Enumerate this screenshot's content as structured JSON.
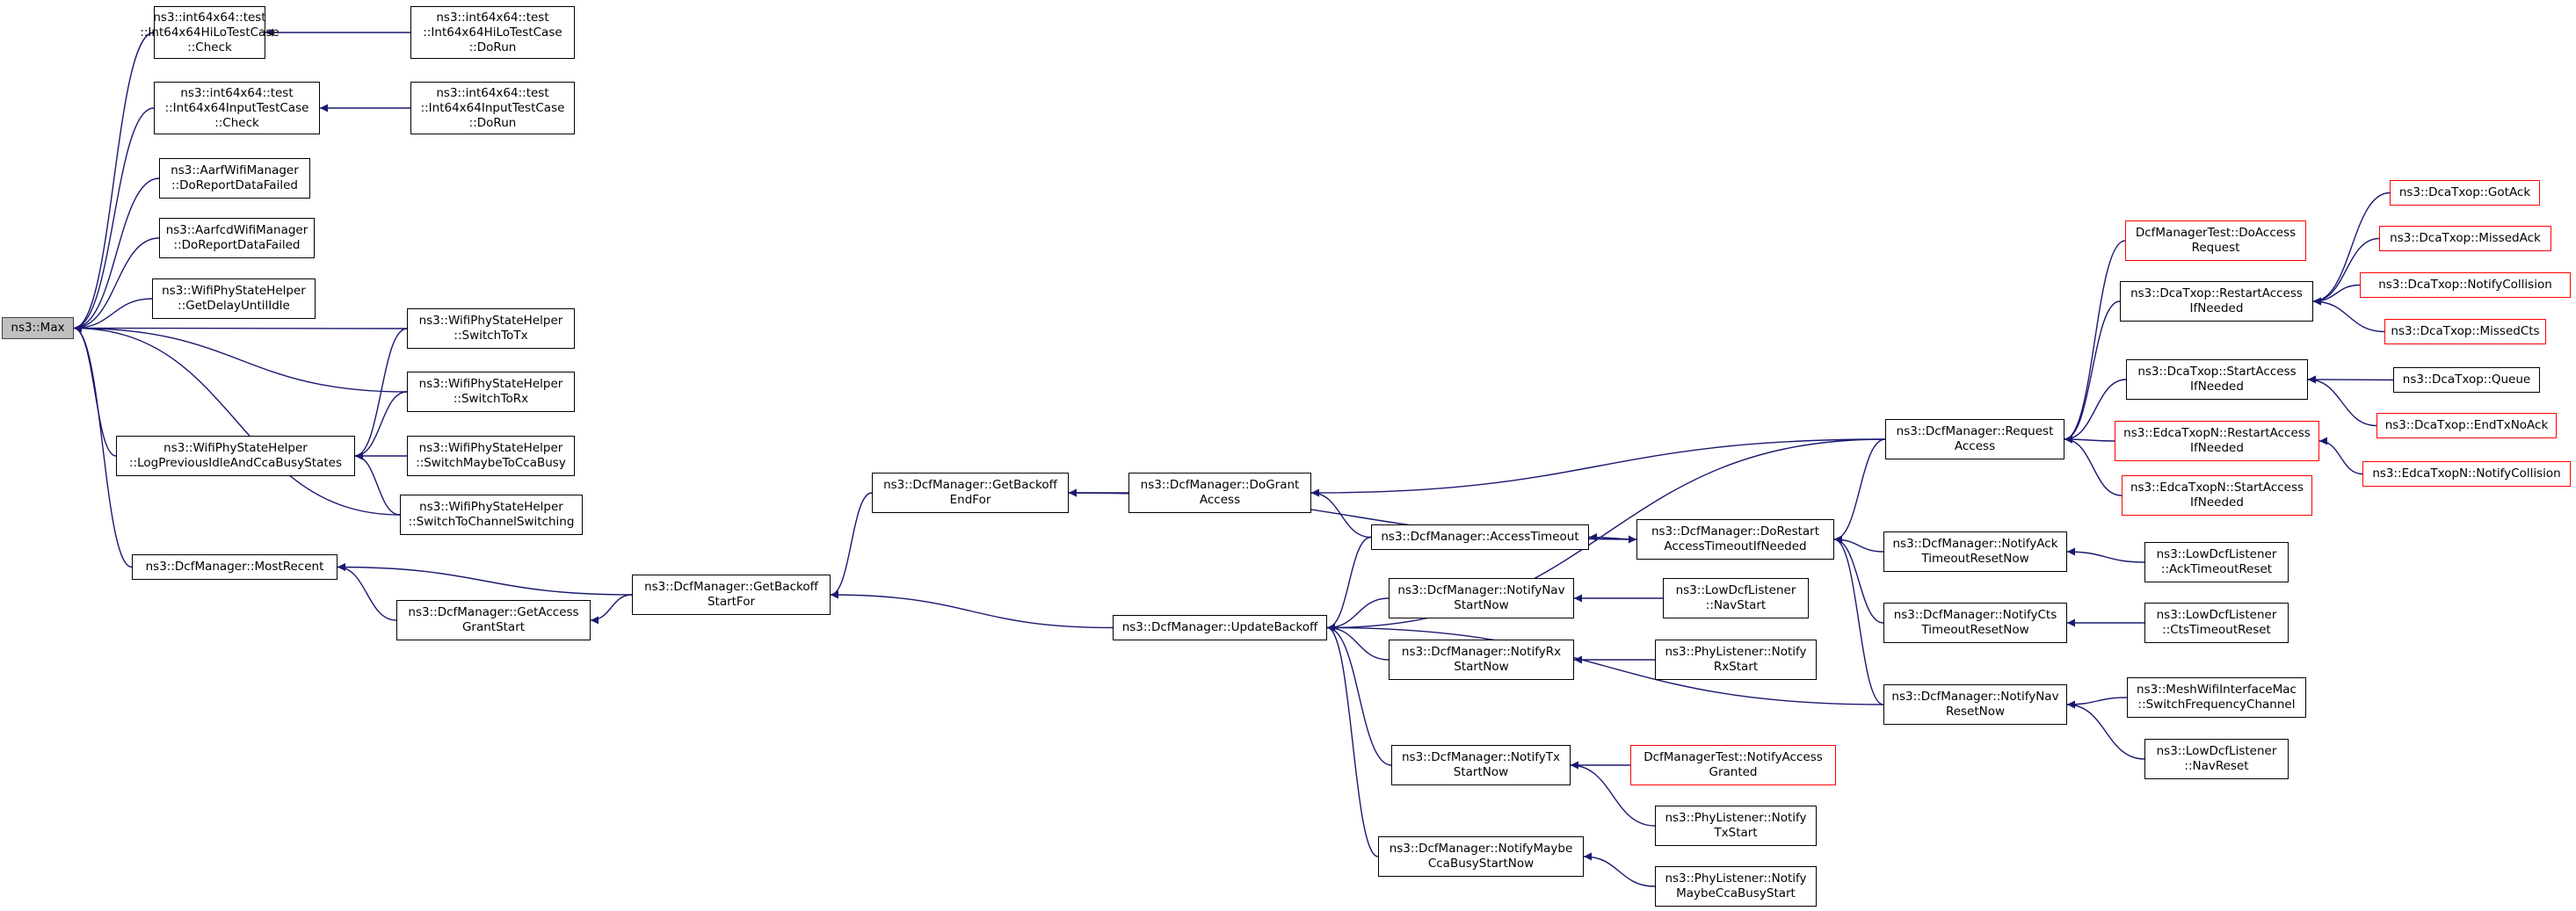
{
  "colors": {
    "edge": "#191970",
    "root_fill": "#bfbfbf",
    "external_border": "#ff0000",
    "node_border": "#000000"
  },
  "nodes": [
    {
      "id": "max",
      "lines": [
        "ns3::Max"
      ],
      "root": true
    },
    {
      "id": "hilo_check",
      "lines": [
        "ns3::int64x64::test",
        "::Int64x64HiLoTestCase",
        "::Check"
      ]
    },
    {
      "id": "hilo_dorun",
      "lines": [
        "ns3::int64x64::test",
        "::Int64x64HiLoTestCase",
        "::DoRun"
      ]
    },
    {
      "id": "input_check",
      "lines": [
        "ns3::int64x64::test",
        "::Int64x64InputTestCase",
        "::Check"
      ]
    },
    {
      "id": "input_dorun",
      "lines": [
        "ns3::int64x64::test",
        "::Int64x64InputTestCase",
        "::DoRun"
      ]
    },
    {
      "id": "aarf",
      "lines": [
        "ns3::AarfWifiManager",
        "::DoReportDataFailed"
      ]
    },
    {
      "id": "aarfcd",
      "lines": [
        "ns3::AarfcdWifiManager",
        "::DoReportDataFailed"
      ]
    },
    {
      "id": "delay",
      "lines": [
        "ns3::WifiPhyStateHelper",
        "::GetDelayUntilIdle"
      ]
    },
    {
      "id": "tx",
      "lines": [
        "ns3::WifiPhyStateHelper",
        "::SwitchToTx"
      ]
    },
    {
      "id": "rx",
      "lines": [
        "ns3::WifiPhyStateHelper",
        "::SwitchToRx"
      ]
    },
    {
      "id": "logprev",
      "lines": [
        "ns3::WifiPhyStateHelper",
        "::LogPreviousIdleAndCcaBusyStates"
      ]
    },
    {
      "id": "ccabusy",
      "lines": [
        "ns3::WifiPhyStateHelper",
        "::SwitchMaybeToCcaBusy"
      ]
    },
    {
      "id": "chsw",
      "lines": [
        "ns3::WifiPhyStateHelper",
        "::SwitchToChannelSwitching"
      ]
    },
    {
      "id": "mostrecent",
      "lines": [
        "ns3::DcfManager::MostRecent"
      ]
    },
    {
      "id": "getaccess",
      "lines": [
        "ns3::DcfManager::GetAccess",
        "GrantStart"
      ]
    },
    {
      "id": "backofffor",
      "lines": [
        "ns3::DcfManager::GetBackoff",
        "StartFor"
      ]
    },
    {
      "id": "backoffend",
      "lines": [
        "ns3::DcfManager::GetBackoff",
        "EndFor"
      ]
    },
    {
      "id": "dogrant",
      "lines": [
        "ns3::DcfManager::DoGrant",
        "Access"
      ]
    },
    {
      "id": "update",
      "lines": [
        "ns3::DcfManager::UpdateBackoff"
      ]
    },
    {
      "id": "accesstimeout",
      "lines": [
        "ns3::DcfManager::AccessTimeout"
      ]
    },
    {
      "id": "navstart",
      "lines": [
        "ns3::DcfManager::NotifyNav",
        "StartNow"
      ]
    },
    {
      "id": "rxstart",
      "lines": [
        "ns3::DcfManager::NotifyRx",
        "StartNow"
      ]
    },
    {
      "id": "txstart",
      "lines": [
        "ns3::DcfManager::NotifyTx",
        "StartNow"
      ]
    },
    {
      "id": "maybecca",
      "lines": [
        "ns3::DcfManager::NotifyMaybe",
        "CcaBusyStartNow"
      ]
    },
    {
      "id": "lowdcf_navstart",
      "lines": [
        "ns3::LowDcfListener",
        "::NavStart"
      ]
    },
    {
      "id": "phy_rxstart",
      "lines": [
        "ns3::PhyListener::Notify",
        "RxStart"
      ]
    },
    {
      "id": "test_granted",
      "lines": [
        "DcfManagerTest::NotifyAccess",
        "Granted"
      ],
      "external": true
    },
    {
      "id": "phy_txstart",
      "lines": [
        "ns3::PhyListener::Notify",
        "TxStart"
      ]
    },
    {
      "id": "phy_maybecca",
      "lines": [
        "ns3::PhyListener::Notify",
        "MaybeCcaBusyStart"
      ]
    },
    {
      "id": "dorestart",
      "lines": [
        "ns3::DcfManager::DoRestart",
        "AccessTimeoutIfNeeded"
      ]
    },
    {
      "id": "request",
      "lines": [
        "ns3::DcfManager::Request",
        "Access"
      ]
    },
    {
      "id": "ackreset",
      "lines": [
        "ns3::DcfManager::NotifyAck",
        "TimeoutResetNow"
      ]
    },
    {
      "id": "ctsreset",
      "lines": [
        "ns3::DcfManager::NotifyCts",
        "TimeoutResetNow"
      ]
    },
    {
      "id": "navreset",
      "lines": [
        "ns3::DcfManager::NotifyNav",
        "ResetNow"
      ]
    },
    {
      "id": "test_doaccess",
      "lines": [
        "DcfManagerTest::DoAccess",
        "Request"
      ],
      "external": true
    },
    {
      "id": "dca_restart",
      "lines": [
        "ns3::DcaTxop::RestartAccess",
        "IfNeeded"
      ]
    },
    {
      "id": "dca_start",
      "lines": [
        "ns3::DcaTxop::StartAccess",
        "IfNeeded"
      ]
    },
    {
      "id": "edca_restart",
      "lines": [
        "ns3::EdcaTxopN::RestartAccess",
        "IfNeeded"
      ],
      "external": true
    },
    {
      "id": "edca_start",
      "lines": [
        "ns3::EdcaTxopN::StartAccess",
        "IfNeeded"
      ],
      "external": true
    },
    {
      "id": "lowdcf_ack",
      "lines": [
        "ns3::LowDcfListener",
        "::AckTimeoutReset"
      ]
    },
    {
      "id": "lowdcf_cts",
      "lines": [
        "ns3::LowDcfListener",
        "::CtsTimeoutReset"
      ]
    },
    {
      "id": "mesh",
      "lines": [
        "ns3::MeshWifiInterfaceMac",
        "::SwitchFrequencyChannel"
      ]
    },
    {
      "id": "lowdcf_navreset",
      "lines": [
        "ns3::LowDcfListener",
        "::NavReset"
      ]
    },
    {
      "id": "gotack",
      "lines": [
        "ns3::DcaTxop::GotAck"
      ],
      "external": true
    },
    {
      "id": "missedack",
      "lines": [
        "ns3::DcaTxop::MissedAck"
      ],
      "external": true
    },
    {
      "id": "notifycollision",
      "lines": [
        "ns3::DcaTxop::NotifyCollision"
      ],
      "external": true
    },
    {
      "id": "missedcts",
      "lines": [
        "ns3::DcaTxop::MissedCts"
      ],
      "external": true
    },
    {
      "id": "queue",
      "lines": [
        "ns3::DcaTxop::Queue"
      ]
    },
    {
      "id": "endtxnoack",
      "lines": [
        "ns3::DcaTxop::EndTxNoAck"
      ],
      "external": true
    },
    {
      "id": "edca_collision",
      "lines": [
        "ns3::EdcaTxopN::NotifyCollision"
      ],
      "external": true
    }
  ],
  "edges": [
    [
      "hilo_check",
      "max"
    ],
    [
      "input_check",
      "max"
    ],
    [
      "aarf",
      "max"
    ],
    [
      "aarfcd",
      "max"
    ],
    [
      "delay",
      "max"
    ],
    [
      "tx",
      "max"
    ],
    [
      "rx",
      "max"
    ],
    [
      "logprev",
      "max"
    ],
    [
      "chsw",
      "max"
    ],
    [
      "mostrecent",
      "max"
    ],
    [
      "hilo_dorun",
      "hilo_check"
    ],
    [
      "input_dorun",
      "input_check"
    ],
    [
      "tx",
      "logprev"
    ],
    [
      "rx",
      "logprev"
    ],
    [
      "ccabusy",
      "logprev"
    ],
    [
      "chsw",
      "logprev"
    ],
    [
      "getaccess",
      "mostrecent"
    ],
    [
      "backofffor",
      "mostrecent"
    ],
    [
      "backofffor",
      "getaccess"
    ],
    [
      "backoffend",
      "backofffor"
    ],
    [
      "update",
      "backofffor"
    ],
    [
      "dogrant",
      "backoffend"
    ],
    [
      "dorestart",
      "backoffend"
    ],
    [
      "accesstimeout",
      "dogrant"
    ],
    [
      "request",
      "dogrant"
    ],
    [
      "accesstimeout",
      "update"
    ],
    [
      "navstart",
      "update"
    ],
    [
      "rxstart",
      "update"
    ],
    [
      "txstart",
      "update"
    ],
    [
      "maybecca",
      "update"
    ],
    [
      "navreset",
      "update"
    ],
    [
      "request",
      "update"
    ],
    [
      "dorestart",
      "accesstimeout"
    ],
    [
      "accesstimeout",
      "dorestart"
    ],
    [
      "lowdcf_navstart",
      "navstart"
    ],
    [
      "phy_rxstart",
      "rxstart"
    ],
    [
      "test_granted",
      "txstart"
    ],
    [
      "phy_txstart",
      "txstart"
    ],
    [
      "phy_maybecca",
      "maybecca"
    ],
    [
      "request",
      "dorestart"
    ],
    [
      "ackreset",
      "dorestart"
    ],
    [
      "ctsreset",
      "dorestart"
    ],
    [
      "navreset",
      "dorestart"
    ],
    [
      "lowdcf_ack",
      "ackreset"
    ],
    [
      "lowdcf_cts",
      "ctsreset"
    ],
    [
      "mesh",
      "navreset"
    ],
    [
      "lowdcf_navreset",
      "navreset"
    ],
    [
      "test_doaccess",
      "request"
    ],
    [
      "dca_restart",
      "request"
    ],
    [
      "dca_start",
      "request"
    ],
    [
      "edca_restart",
      "request"
    ],
    [
      "edca_start",
      "request"
    ],
    [
      "gotack",
      "dca_restart"
    ],
    [
      "missedack",
      "dca_restart"
    ],
    [
      "notifycollision",
      "dca_restart"
    ],
    [
      "missedcts",
      "dca_restart"
    ],
    [
      "queue",
      "dca_start"
    ],
    [
      "endtxnoack",
      "dca_start"
    ],
    [
      "edca_collision",
      "edca_restart"
    ]
  ]
}
